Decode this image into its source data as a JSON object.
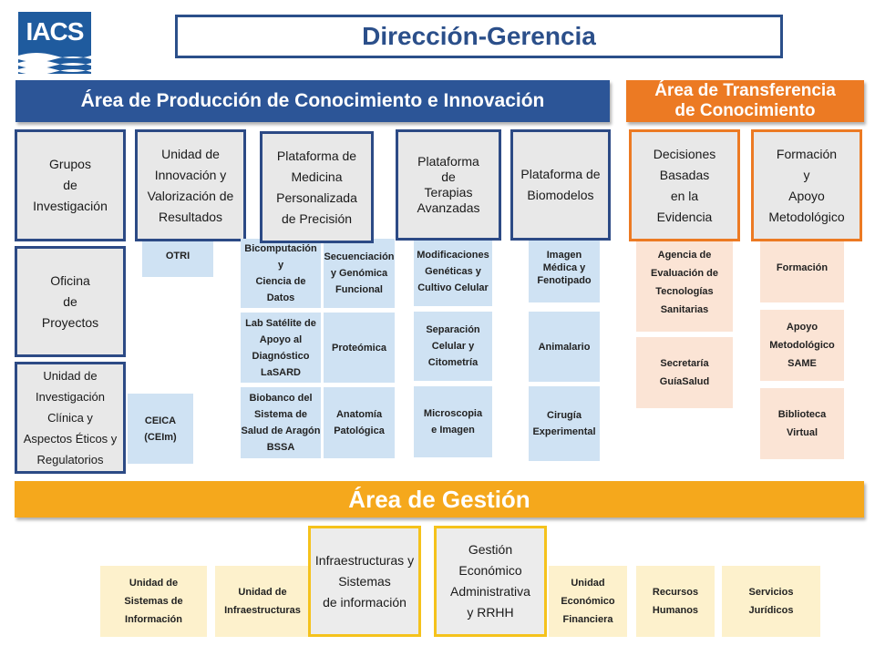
{
  "logo": {
    "text": "IACS"
  },
  "title": "Dirección-Gerencia",
  "areas": {
    "produccion": "Área de Producción de Conocimiento e Innovación",
    "transferencia": "Área de Transferencia\nde Conocimiento",
    "gestion": "Área de Gestión"
  },
  "produccion": {
    "grupos": "Grupos\nde\nInvestigación",
    "unidad_innovacion": "Unidad de\nInnovación y\nValorización de\nResultados",
    "otri": "OTRI",
    "medicina": "Plataforma de\nMedicina\nPersonalizada\nde Precisión",
    "bicomputacion": "Bicomputación\ny\nCiencia de Datos",
    "secuenciacion": "Secuenciación\ny Genómica\nFuncional",
    "lab_satelite": "Lab Satélite de\nApoyo al\nDiagnóstico\nLaSARD",
    "proteomica": "Proteómica",
    "biobanco": "Biobanco del\nSistema de\nSalud de Aragón\nBSSA",
    "anatomia": "Anatomía\nPatológica",
    "terapias": "Plataforma\nde\nTerapias\nAvanzadas",
    "modificaciones": "Modificaciones\nGenéticas y\nCultivo Celular",
    "separacion": "Separación\nCelular y\nCitometría",
    "microscopia": "Microscopia\ne Imagen",
    "biomodelos": "Plataforma de\nBiomodelos",
    "imagen_medica": "Imagen\nMédica y\nFenotipado",
    "animalario": "Animalario",
    "cirugia": "Cirugía\nExperimental",
    "oficina": "Oficina\nde\nProyectos",
    "unidad_clinica": "Unidad de\nInvestigación\nClínica y\nAspectos Éticos y\nRegulatorios",
    "ceica": "CEICA\n(CEIm)"
  },
  "transferencia": {
    "decisiones": "Decisiones\nBasadas\nen la\nEvidencia",
    "agencia": "Agencia de\nEvaluación de\nTecnologías\nSanitarias",
    "secretaria": "Secretaría\nGuíaSalud",
    "formacion_apoyo": "Formación\ny\nApoyo\nMetodológico",
    "formacion": "Formación",
    "apoyo_same": "Apoyo\nMetodológico\nSAME",
    "biblioteca": "Biblioteca\nVirtual"
  },
  "gestion": {
    "sistemas_info": "Unidad de\nSistemas de\nInformación",
    "infraestructuras": "Unidad  de\nInfraestructuras",
    "infra_sistemas": "Infraestructuras y\nSistemas\nde información",
    "gestion_economica": "Gestión\nEconómico\nAdministrativa\ny RRHH",
    "economico_financiera": "Unidad\nEconómico\nFinanciera",
    "recursos_humanos": "Recursos\nHumanos",
    "servicios_juridicos": "Servicios\nJurídicos"
  },
  "colors": {
    "dark_blue": "#2c5597",
    "orange": "#ec7a23",
    "yellow": "#f5a81c",
    "light_blue": "#cfe2f3",
    "light_peach": "#fbe4d5",
    "light_yellow": "#fdf1cc"
  }
}
